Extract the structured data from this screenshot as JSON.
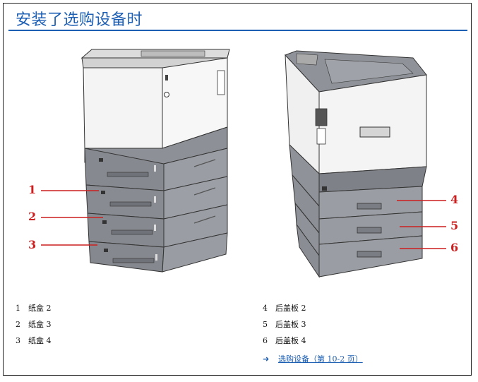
{
  "title": "安装了选购设备时",
  "callouts": {
    "c1": "1",
    "c2": "2",
    "c3": "3",
    "c4": "4",
    "c5": "5",
    "c6": "6"
  },
  "legend": {
    "left": [
      {
        "num": "1",
        "label": "纸盒 2"
      },
      {
        "num": "2",
        "label": "纸盒 3"
      },
      {
        "num": "3",
        "label": "纸盒 4"
      }
    ],
    "right": [
      {
        "num": "4",
        "label": "后盖板 2"
      },
      {
        "num": "5",
        "label": "后盖板 3"
      },
      {
        "num": "6",
        "label": "后盖板 4"
      }
    ]
  },
  "link": {
    "icon": "arrow-right-icon",
    "text": "选购设备（第 10-2 页）"
  },
  "colors": {
    "title": "#1d5fb3",
    "callout": "#cc1f1f",
    "body_light": "#f3f3f3",
    "body_dark": "#808389"
  }
}
